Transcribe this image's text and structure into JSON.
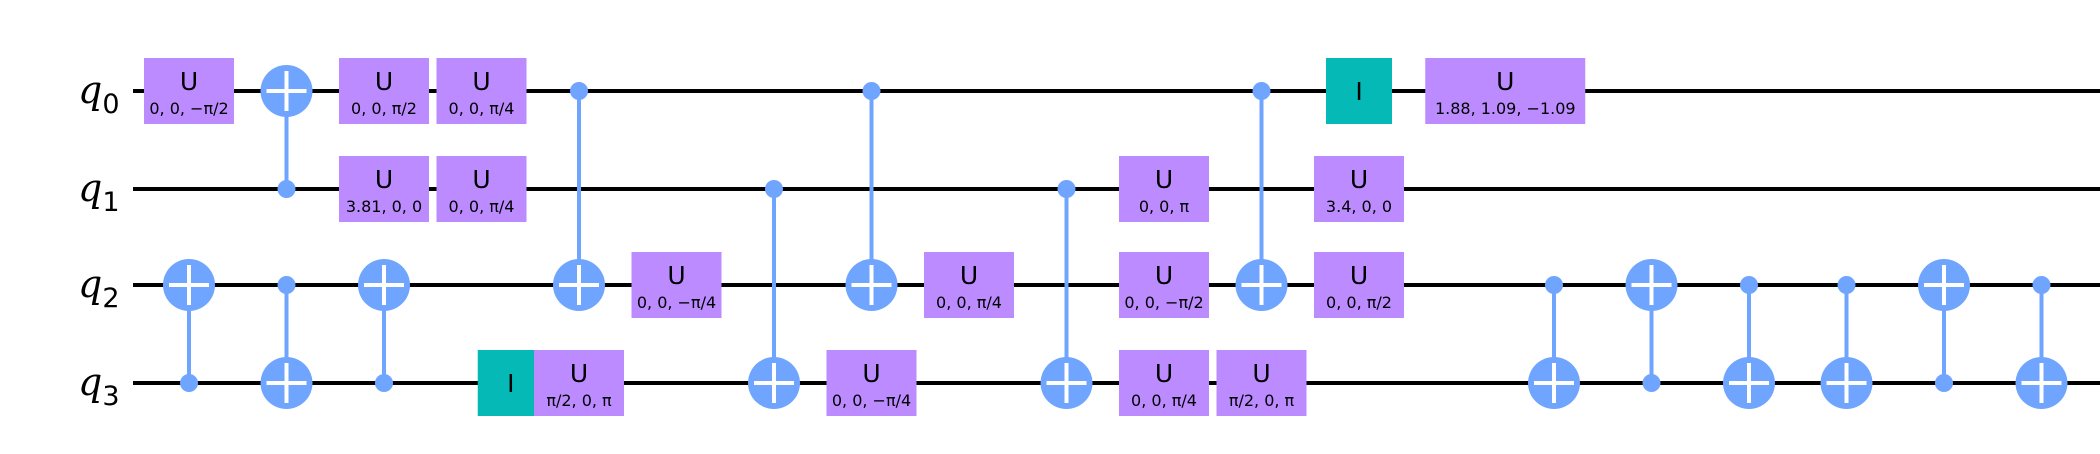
{
  "circuit": {
    "qubits": [
      {
        "prefix": "q",
        "index": "0"
      },
      {
        "prefix": "q",
        "index": "1"
      },
      {
        "prefix": "q",
        "index": "2"
      },
      {
        "prefix": "q",
        "index": "3"
      }
    ],
    "colors": {
      "u_gate": "#BB8BFF",
      "id_gate": "#05BAB6",
      "control": "#6FA4FF",
      "wire": "#000000",
      "target_cross": "#ffffff"
    },
    "gates": [
      {
        "type": "U",
        "qubit": 0,
        "col": 0,
        "params": "0, 0, −π/2"
      },
      {
        "type": "CX",
        "control": 1,
        "target": 0,
        "col": 1
      },
      {
        "type": "U",
        "qubit": 0,
        "col": 2,
        "params": "0, 0, π/2"
      },
      {
        "type": "U",
        "qubit": 1,
        "col": 2,
        "params": "3.81, 0, 0"
      },
      {
        "type": "U",
        "qubit": 0,
        "col": 3,
        "params": "0, 0, π/4"
      },
      {
        "type": "U",
        "qubit": 1,
        "col": 3,
        "params": "0, 0, π/4"
      },
      {
        "type": "CX",
        "control": 3,
        "target": 2,
        "col": 0
      },
      {
        "type": "CX",
        "control": 2,
        "target": 3,
        "col": 1
      },
      {
        "type": "CX",
        "control": 3,
        "target": 2,
        "col": 2
      },
      {
        "type": "I",
        "qubit": 3,
        "col": 3.3
      },
      {
        "type": "CX",
        "control": 0,
        "target": 2,
        "col": 4
      },
      {
        "type": "U",
        "qubit": 3,
        "col": 4,
        "params": "π/2, 0, π"
      },
      {
        "type": "U",
        "qubit": 2,
        "col": 5,
        "params": "0, 0, −π/4"
      },
      {
        "type": "CX",
        "control": 1,
        "target": 3,
        "col": 6
      },
      {
        "type": "CX",
        "control": 0,
        "target": 2,
        "col": 7
      },
      {
        "type": "U",
        "qubit": 3,
        "col": 7,
        "params": "0, 0, −π/4"
      },
      {
        "type": "U",
        "qubit": 2,
        "col": 8,
        "params": "0, 0, π/4"
      },
      {
        "type": "CX",
        "control": 1,
        "target": 3,
        "col": 9
      },
      {
        "type": "U",
        "qubit": 1,
        "col": 10,
        "params": "0, 0, π"
      },
      {
        "type": "U",
        "qubit": 2,
        "col": 10,
        "params": "0, 0, −π/2"
      },
      {
        "type": "U",
        "qubit": 3,
        "col": 10,
        "params": "0, 0, π/4"
      },
      {
        "type": "CX",
        "control": 0,
        "target": 2,
        "col": 11
      },
      {
        "type": "U",
        "qubit": 3,
        "col": 11,
        "params": "π/2, 0, π"
      },
      {
        "type": "I",
        "qubit": 0,
        "col": 12
      },
      {
        "type": "U",
        "qubit": 1,
        "col": 12,
        "params": "3.4, 0, 0"
      },
      {
        "type": "U",
        "qubit": 2,
        "col": 12,
        "params": "0, 0, π/2"
      },
      {
        "type": "U",
        "qubit": 0,
        "col": 13.5,
        "params": "1.88, 1.09, −1.09",
        "wide": true
      },
      {
        "type": "CX",
        "control": 2,
        "target": 3,
        "col": 14
      },
      {
        "type": "CX",
        "control": 3,
        "target": 2,
        "col": 15
      },
      {
        "type": "CX",
        "control": 2,
        "target": 3,
        "col": 16
      },
      {
        "type": "CX",
        "control": 2,
        "target": 3,
        "col": 17
      },
      {
        "type": "CX",
        "control": 3,
        "target": 2,
        "col": 18
      },
      {
        "type": "CX",
        "control": 2,
        "target": 3,
        "col": 19
      }
    ]
  }
}
